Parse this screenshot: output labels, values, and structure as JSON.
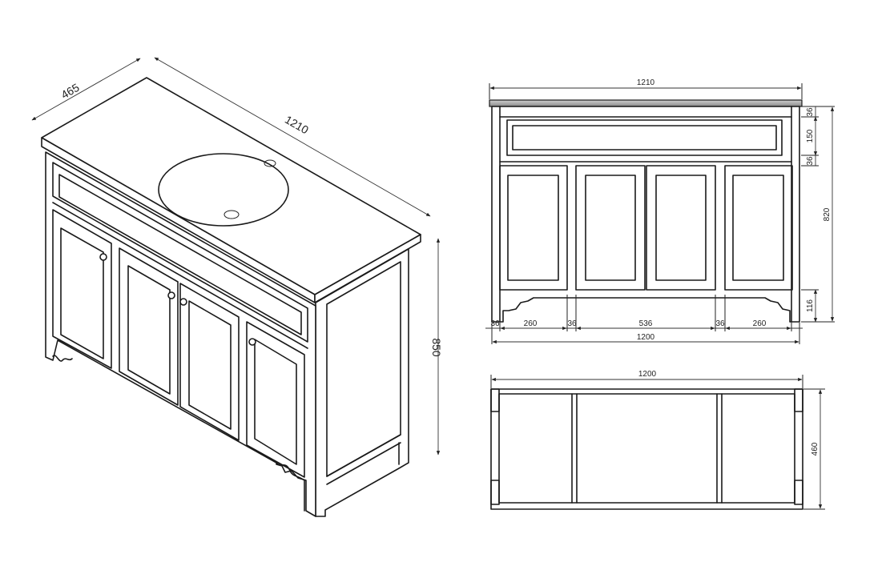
{
  "labels": {
    "iso_depth": "465",
    "iso_width": "1210",
    "iso_height": "850",
    "front_top_width": "1210",
    "front_rail_top": "36",
    "front_drawer": "150",
    "front_rail_mid": "36",
    "front_height": "820",
    "front_plinth": "116",
    "front_left_stile": "36",
    "front_left_door": "260",
    "front_mid_stile_left": "36",
    "front_center_doors": "536",
    "front_mid_stile_right": "36",
    "front_right_door": "260",
    "front_base_width": "1200",
    "plan_width": "1200",
    "plan_depth": "460"
  },
  "colors": {
    "line": "#1a1a1a",
    "background": "#ffffff"
  }
}
